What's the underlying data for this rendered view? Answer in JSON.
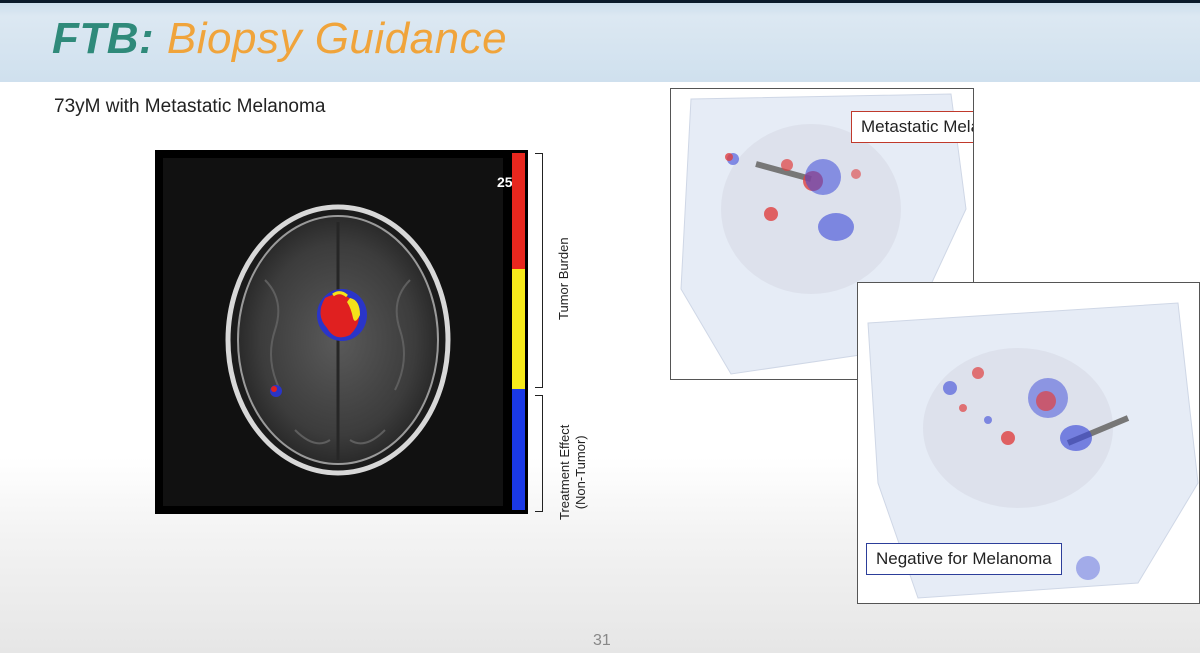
{
  "slide": {
    "title_strong": "FTB:",
    "title_rest": " Biopsy Guidance",
    "subtitle": "73yM with Metastatic Melanoma",
    "page_number": "31"
  },
  "mri": {
    "scale_value": "25",
    "colorbar_colors": [
      "#e8271e",
      "#f7ea1b",
      "#1a39e6"
    ],
    "label_tumor_burden": "Tumor Burden",
    "label_treatment_effect": "Treatment Effect",
    "label_non_tumor": "(Non-Tumor)"
  },
  "panels": {
    "top_label": "Metastatic Melanoma",
    "bottom_label": "Negative for Melanoma"
  }
}
